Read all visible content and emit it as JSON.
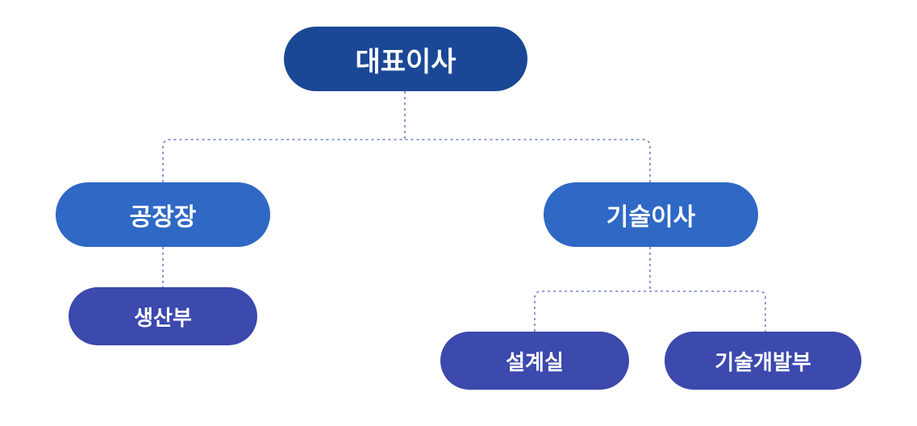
{
  "org_chart": {
    "ceo": "대표이사",
    "factory_manager": "공장장",
    "production_dept": "생산부",
    "cto": "기술이사",
    "design_office": "설계실",
    "tech_dev_dept": "기술개발부"
  },
  "colors": {
    "level1": "#1b4896",
    "level2": "#2f68c5",
    "level3": "#3c49ad",
    "connector": "#6a82c4",
    "text": "#ffffff"
  }
}
